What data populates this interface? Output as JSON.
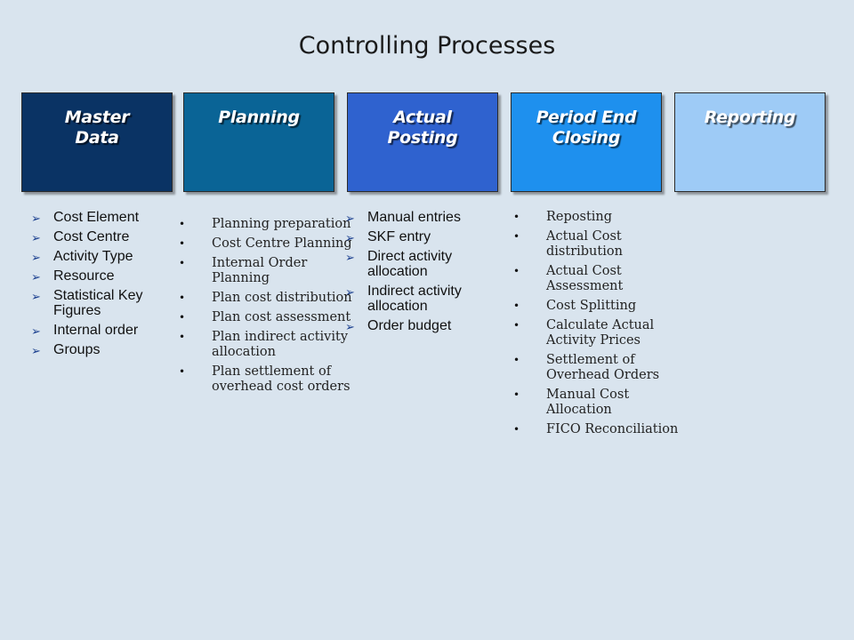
{
  "title": "Controlling Processes",
  "process_boxes": [
    {
      "label": "Master\nData",
      "color": "#0a3364"
    },
    {
      "label": "Planning",
      "color": "#0a6496"
    },
    {
      "label": "Actual\nPosting",
      "color": "#2f62cf"
    },
    {
      "label": "Period End\nClosing",
      "color": "#1e90ee"
    },
    {
      "label": "Reporting",
      "color": "#9ecbf6"
    }
  ],
  "columns": {
    "master_data": [
      "Cost Element",
      "Cost Centre",
      "Activity Type",
      "Resource",
      "Statistical Key Figures",
      "Internal order",
      "Groups"
    ],
    "planning": [
      "Planning preparation",
      "Cost Centre Planning",
      "Internal Order Planning",
      "Plan cost distribution",
      "Plan cost assessment",
      "Plan indirect activity allocation",
      "Plan settlement of overhead cost orders"
    ],
    "actual_posting": [
      "Manual entries",
      "SKF entry",
      "Direct activity allocation",
      "Indirect activity allocation",
      "Order budget"
    ],
    "period_end_closing": [
      "Reposting",
      "Actual Cost distribution",
      "Actual Cost Assessment",
      "Cost Splitting",
      "Calculate Actual Activity Prices",
      "Settlement of Overhead Orders",
      "Manual Cost Allocation",
      "FICO Reconciliation"
    ]
  },
  "markers": {
    "arrow": "➢",
    "bullet": "•"
  }
}
